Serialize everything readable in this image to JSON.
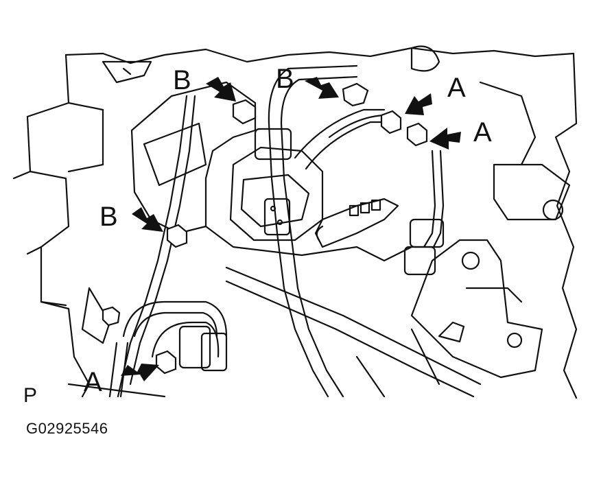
{
  "callouts": {
    "b_top_left": "B",
    "b_top_center": "B",
    "a_top_right": "A",
    "a_right": "A",
    "b_mid_left": "B",
    "a_bottom_left": "A"
  },
  "corner_label": "P",
  "figure_id": "G02925546",
  "colors": {
    "line": "#111111",
    "background": "#ffffff"
  },
  "icons": [
    "arrow-icon",
    "bolt-icon",
    "nut-icon"
  ]
}
